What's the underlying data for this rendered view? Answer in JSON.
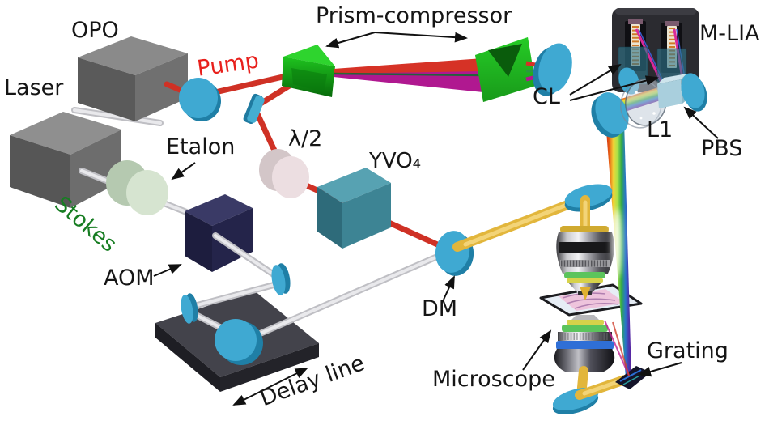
{
  "figure": {
    "description": "3D schematic of a stimulated-Raman-scattering optical setup",
    "labels": {
      "opo": "OPO",
      "laser": "Laser",
      "pump": "Pump",
      "stokes": "Stokes",
      "etalon": "Etalon",
      "aom": "AOM",
      "half_wave_plate": "λ/2",
      "yvo4": "YVO₄",
      "prism_compressor": "Prism-compressor",
      "delay_line": "Delay line",
      "dm": "DM",
      "microscope": "Microscope",
      "grating": "Grating",
      "cl": "CL",
      "l1": "L1",
      "pbs": "PBS",
      "mlia": "M-LIA"
    },
    "colors": {
      "pump_beam": "#cf3125",
      "stokes_beam": "#e9e9ec",
      "stokes_beam_edge": "#bfbfc4",
      "combined_beam": "#e2b63c",
      "mirror": "#3fa9d2",
      "prism": "#1fc41f",
      "label_pump": "#e8201c",
      "label_stokes": "#177d22",
      "aom_box": "#1d1d3e",
      "yvo4_box": "#2e6b7a",
      "etalon_disc": "#d6e4d0",
      "waveplate_disc": "#ecdee1",
      "gray_box": "#5a5a5a",
      "mlia_box": "#2b2b30",
      "pbs_cube": "#a9cfdd"
    }
  }
}
